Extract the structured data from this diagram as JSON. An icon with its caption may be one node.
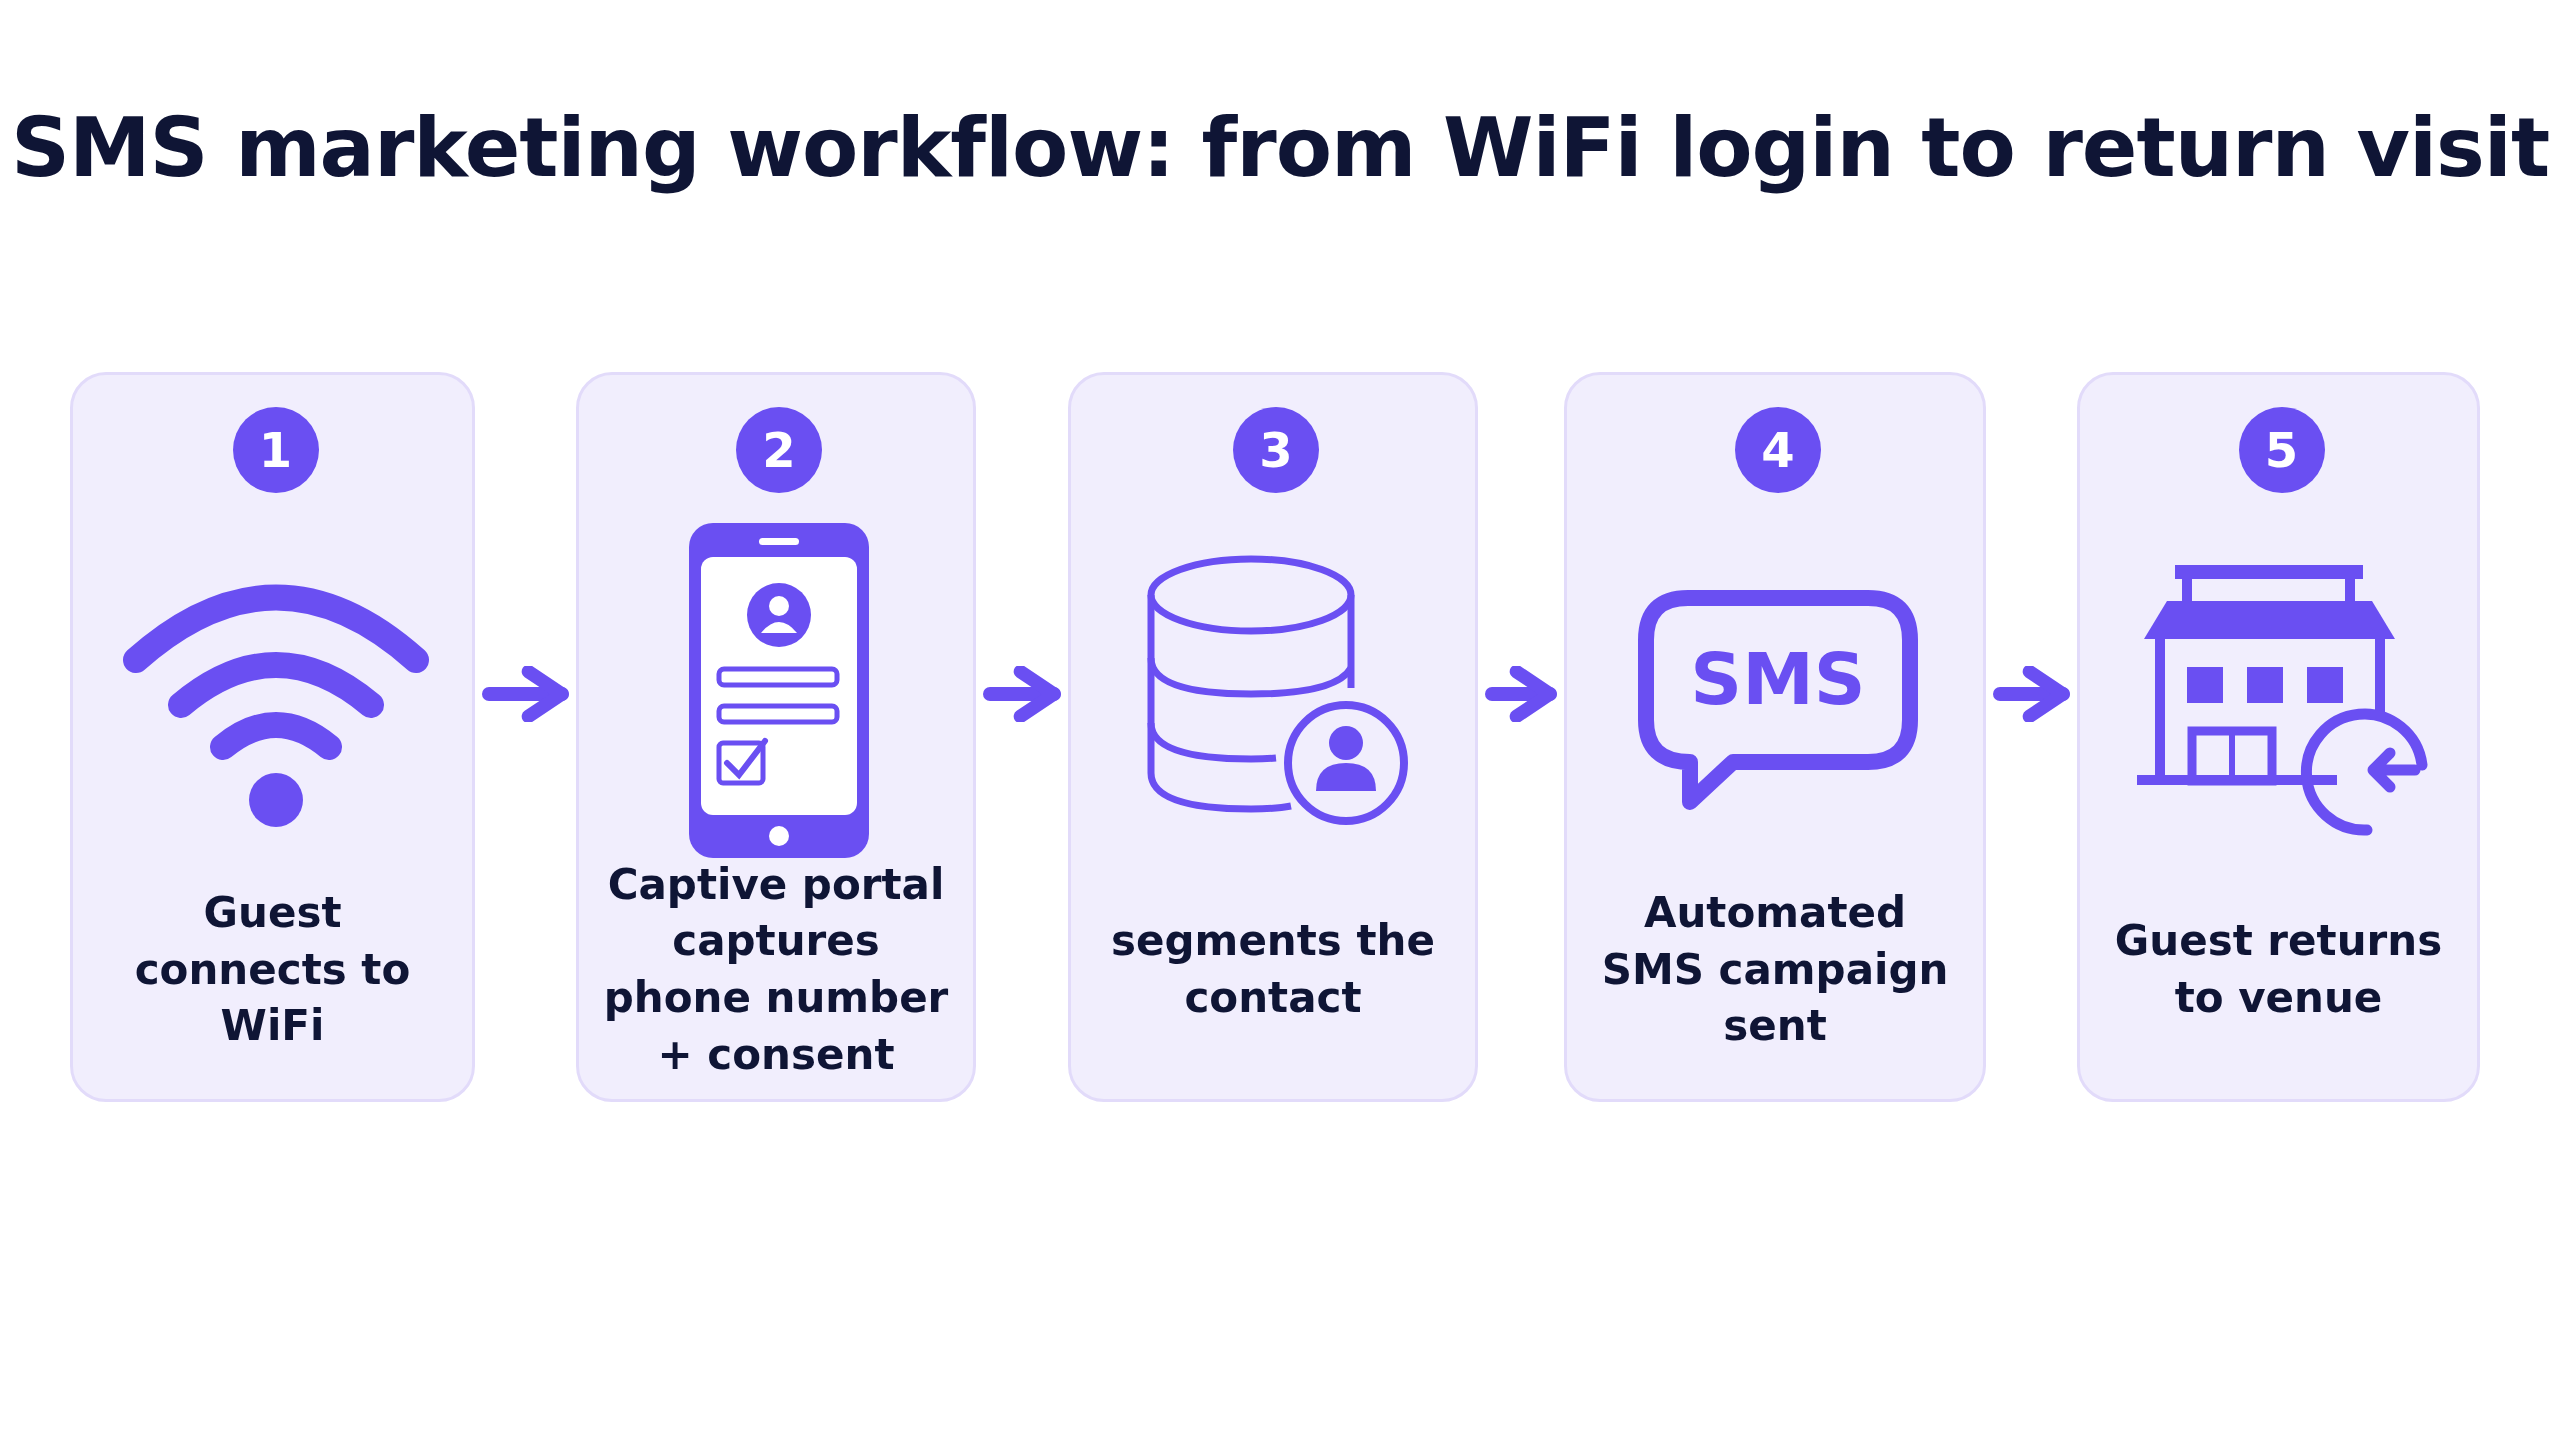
{
  "diagram": {
    "title": "SMS marketing workflow: from WiFi login to return visit",
    "nodes": [
      {
        "text": [
          "Guest connects to WiFi"
        ]
      },
      {
        "text": [
          "1"
        ],
        "in": 0
      },
      {
        "text": [
          "Captive portal captures phone number + consent"
        ]
      },
      {
        "text": [
          "2"
        ],
        "in": 2
      },
      {
        "text": [
          "segments the contact"
        ]
      },
      {
        "text": [
          "3"
        ],
        "in": 4
      },
      {
        "text": [
          "Automated SMS campaign sent"
        ]
      },
      {
        "text": [
          "4"
        ],
        "in": 6
      },
      {
        "text": [
          "Guest returns to venue"
        ]
      },
      {
        "text": [
          "5"
        ],
        "in": 8
      }
    ],
    "edges": [
      {
        "from": 0,
        "to": 2,
        "arrow": "to"
      },
      {
        "from": 2,
        "to": 4,
        "arrow": "to"
      },
      {
        "from": 4,
        "to": 6,
        "arrow": "to"
      },
      {
        "from": 6,
        "to": 8,
        "arrow": "to"
      }
    ],
    "labels": [
      "SMS"
    ]
  }
}
